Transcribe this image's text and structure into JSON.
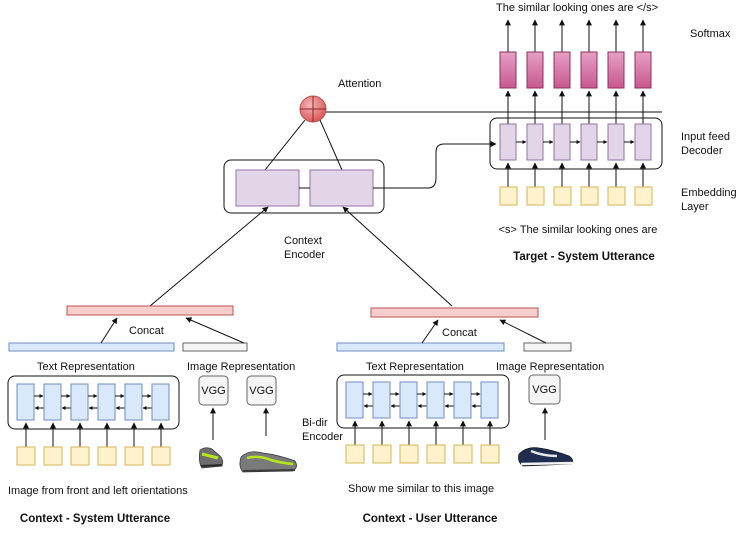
{
  "labels": {
    "top_output": "The similar looking ones are </s>",
    "softmax": "Softmax",
    "attention": "Attention",
    "input_feed_decoder": [
      "Input feed",
      "Decoder"
    ],
    "embedding_layer": [
      "Embedding",
      "Layer"
    ],
    "decoder_input": "<s> The similar looking ones are",
    "target_title": "Target - System Utterance",
    "context_encoder": [
      "Context",
      "Encoder"
    ],
    "concat_left": "Concat",
    "concat_right": "Concat",
    "text_rep_left": "Text Representation",
    "image_rep_left": "Image Representation",
    "text_rep_right": "Text Representation",
    "image_rep_right": "Image Representation",
    "vgg": "VGG",
    "bidir_encoder": [
      "Bi-dir",
      "Encoder"
    ],
    "caption_left": "Image from front and left orientations",
    "caption_right": "Show me similar to this image",
    "title_left": "Context - System Utterance",
    "title_right": "Context - User Utterance"
  },
  "colors": {
    "softmax_fill": "#c8588f",
    "decoder_fill": "#e1d5e7",
    "embed_fill": "#fff2cc",
    "embed_stroke": "#d6b656",
    "rnn_fill": "#dae8fc",
    "rnn_stroke": "#6c8ebf",
    "concat_fill": "#f8cecc",
    "concat_stroke": "#b85450",
    "text_rep_bar_fill": "#dae8fc",
    "image_rep_bar_fill": "#f5f5f5",
    "attention_fill": "#e06666"
  },
  "icons": [
    "shoe-icon",
    "shoe-icon",
    "shoe-icon"
  ]
}
